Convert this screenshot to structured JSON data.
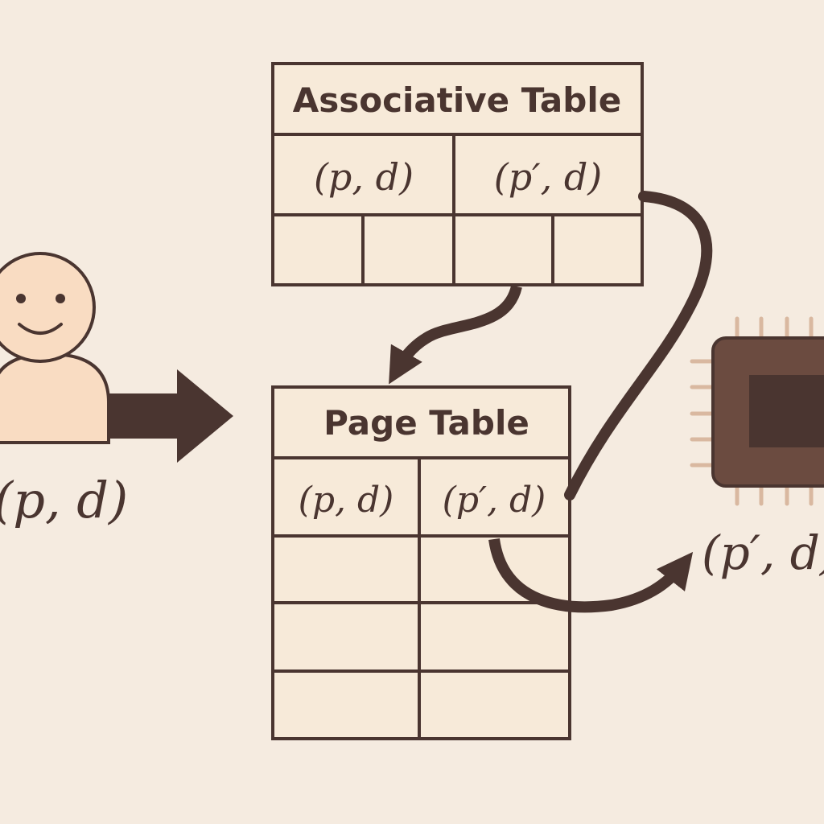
{
  "associative_table": {
    "title": "Associative Table",
    "entry_left": "(p, d)",
    "entry_right": "(p′, d)"
  },
  "page_table": {
    "title": "Page Table",
    "entry_left": "(p, d)",
    "entry_right": "(p′, d)"
  },
  "user": {
    "address": "(p, d)"
  },
  "cpu": {
    "address": "(p′, d)"
  },
  "colors": {
    "background": "#f5ebe0",
    "ink": "#4a3530",
    "table_fill": "#f7ead9",
    "person_fill": "#f9dcc2",
    "chip_body": "#6b4b40",
    "chip_die": "#4a3530",
    "chip_pins": "#d9b8a0"
  }
}
